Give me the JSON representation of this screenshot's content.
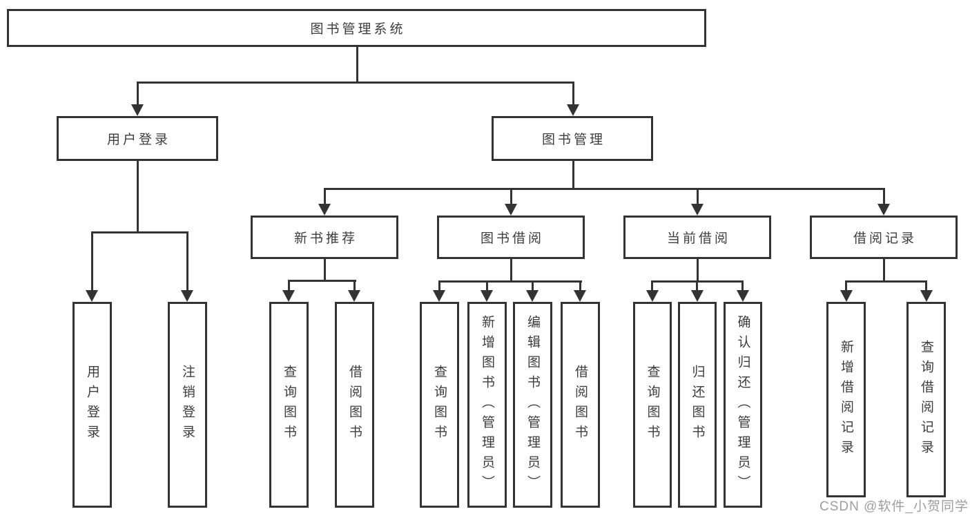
{
  "tree": {
    "root": "图书管理系统",
    "branches": [
      {
        "label": "用户登录",
        "children": [
          "用户登录",
          "注销登录"
        ]
      },
      {
        "label": "图书管理",
        "children": [
          {
            "label": "新书推荐",
            "children": [
              "查询图书",
              "借阅图书"
            ]
          },
          {
            "label": "图书借阅",
            "children": [
              "查询图书",
              "新增图书（管理员）",
              "编辑图书（管理员）",
              "借阅图书"
            ]
          },
          {
            "label": "当前借阅",
            "children": [
              "查询图书",
              "归还图书",
              "确认归还（管理员）"
            ]
          },
          {
            "label": "借阅记录",
            "children": [
              "新增借阅记录",
              "查询借阅记录"
            ]
          }
        ]
      }
    ]
  },
  "watermark": "CSDN @软件_小贺同学",
  "colors": {
    "line": "#333333",
    "text": "#3d3d3d",
    "watermark": "#9e9e9e",
    "background": "#ffffff"
  }
}
